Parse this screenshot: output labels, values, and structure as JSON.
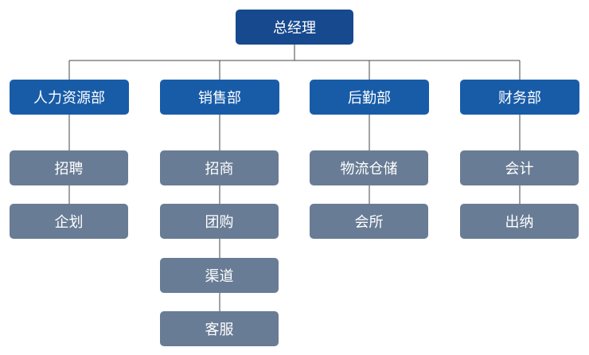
{
  "root": {
    "label": "总经理"
  },
  "departments": [
    {
      "label": "人力资源部",
      "children": [
        "招聘",
        "企划"
      ]
    },
    {
      "label": "销售部",
      "children": [
        "招商",
        "团购",
        "渠道",
        "客服"
      ]
    },
    {
      "label": "后勤部",
      "children": [
        "物流仓储",
        "会所"
      ]
    },
    {
      "label": "财务部",
      "children": [
        "会计",
        "出纳"
      ]
    }
  ]
}
